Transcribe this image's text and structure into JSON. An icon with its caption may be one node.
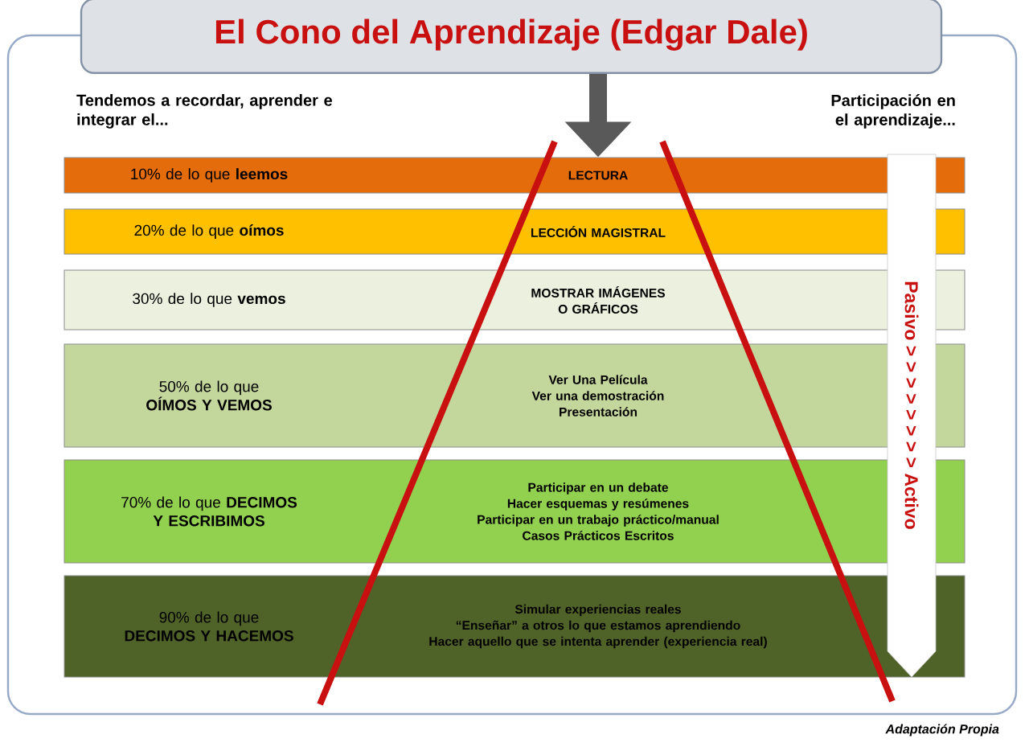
{
  "diagram": {
    "caption": "Adaptación Propia",
    "nodes": [
      {
        "text": [
          "El Cono del Aprendizaje (Edgar Dale)"
        ]
      },
      {
        "text": [
          "10% de lo que **leemos**",
          "LECTURA"
        ]
      },
      {
        "text": [
          "20% de lo que **oímos**",
          "LECCIÓN MAGISTRAL"
        ]
      },
      {
        "text": [
          "30% de lo que  **vemos**",
          "MOSTRAR IMÁGENES O GRÁFICOS"
        ]
      },
      {
        "text": [
          "50% de lo que **OÍMOS Y VEMOS**",
          "Ver Una Película",
          "Ver una demostración",
          "Presentación"
        ]
      },
      {
        "text": [
          "70% de lo que **DECIMOS Y ESCRIBIMOS**",
          "Participar en un debate",
          "Hacer esquemas y resúmenes",
          "Participar en un trabajo práctico/manual",
          "Casos Prácticos Escritos"
        ]
      },
      {
        "text": [
          "90% de lo que **DECIMOS Y HACEMOS**",
          "Simular experiencias reales",
          "“Enseñar” a otros lo que estamos aprendiendo",
          "Hacer aquello que se intenta aprender (experiencia real)"
        ]
      }
    ],
    "edges": [
      {
        "from": 0,
        "to": 1,
        "arrow": "to"
      }
    ],
    "labels": [
      "Tendemos a recordar, aprender e integrar el...",
      "Participación en el aprendizaje...",
      "Pasivo > > > > > > > > Activo"
    ]
  }
}
